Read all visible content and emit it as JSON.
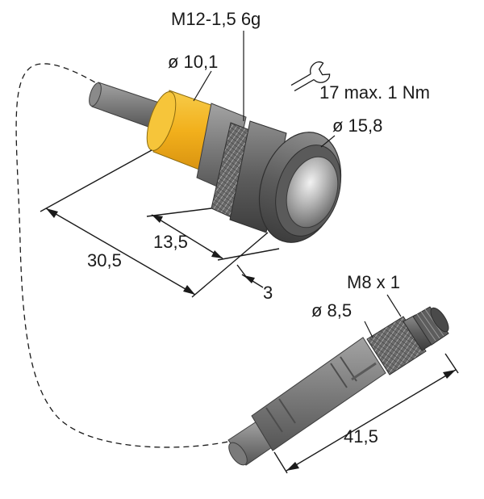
{
  "labels": {
    "thread_main": "M12-1,5 6g",
    "diameter_sleeve": "ø 10,1",
    "wrench": "17 max. 1 Nm",
    "diameter_head": "ø 15,8",
    "dim_overall": "30,5",
    "dim_thread": "13,5",
    "dim_head": "3",
    "thread_m8": "M8 x 1",
    "diameter_m8": "ø 8,5",
    "dim_m8_length": "41,5"
  },
  "icons": {
    "wrench": "wrench-icon"
  },
  "colors": {
    "sleeve": "#f5b81f",
    "body": "#7a7a7a",
    "dark": "#4a4a4a",
    "line": "#1a1a1a"
  }
}
